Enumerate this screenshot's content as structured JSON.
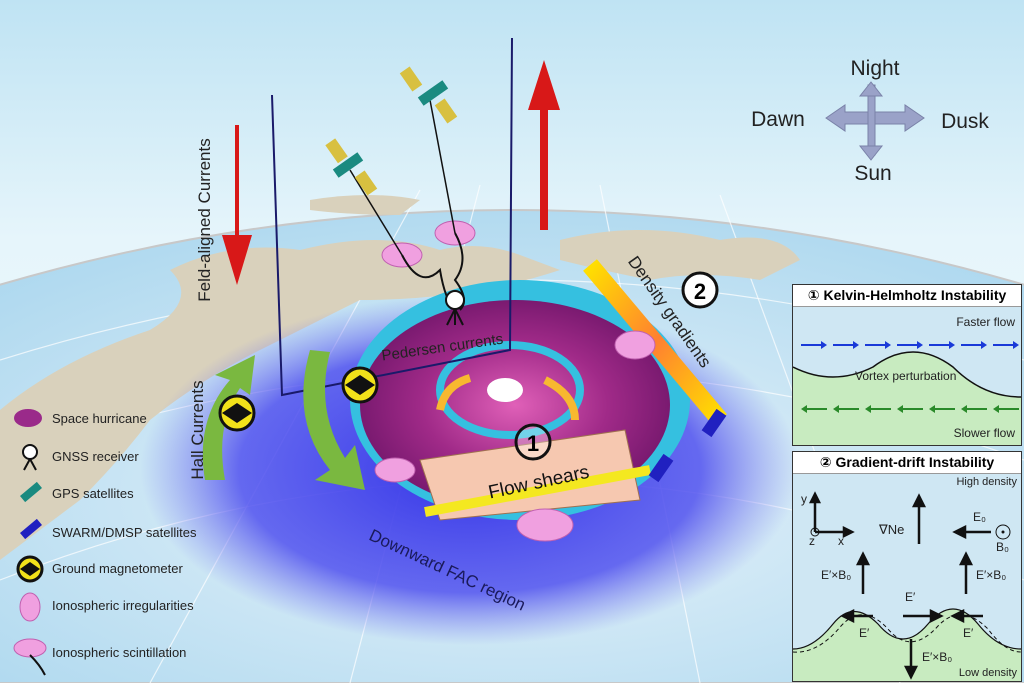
{
  "compass": {
    "top": "Night",
    "left": "Dawn",
    "right": "Dusk",
    "bottom": "Sun"
  },
  "labels": {
    "field_aligned": "Feld-aligned Currents",
    "hall": "Hall Currents",
    "pedersen": "Pedersen currents",
    "density_gradients": "Density gradients",
    "flow_shears": "Flow shears",
    "downward_fac": "Downward FAC region",
    "marker1": "1",
    "marker2": "2"
  },
  "legend": [
    {
      "icon": "space-hurricane-icon",
      "label": "Space hurricane"
    },
    {
      "icon": "gnss-receiver-icon",
      "label": "GNSS receiver"
    },
    {
      "icon": "gps-satellite-icon",
      "label": "GPS satellites"
    },
    {
      "icon": "swarm-dmsp-satellite-icon",
      "label": "SWARM/DMSP satellites"
    },
    {
      "icon": "ground-magnetometer-icon",
      "label": "Ground magnetometer"
    },
    {
      "icon": "ionospheric-irregularity-icon",
      "label": "Ionospheric irregularities"
    },
    {
      "icon": "ionospheric-scintillation-icon",
      "label": "Ionospheric scintillation"
    }
  ],
  "panel_kh": {
    "number": "①",
    "title": "Kelvin-Helmholtz Instability",
    "faster": "Faster flow",
    "vortex": "Vortex perturbation",
    "slower": "Slower flow"
  },
  "panel_gd": {
    "number": "②",
    "title": "Gradient-drift Instability",
    "high": "High density",
    "low": "Low density",
    "grad": "∇Ne",
    "e0": "E₀",
    "b0": "B₀",
    "axis_y": "y",
    "axis_x": "x",
    "axis_z": "z",
    "exb_left": "E′×B₀",
    "exb_right": "E′×B₀",
    "exb_down": "E′×B₀",
    "e_mid": "E′",
    "e_left": "E′",
    "e_right": "E′"
  },
  "colors": {
    "hurricane": "#b0308a",
    "fac_region": "#3a3ae0",
    "arrow_red": "#d81818",
    "arrow_green": "#7ab840",
    "magnetometer": "#f2e21a",
    "irregularity": "#f0a0e0"
  }
}
